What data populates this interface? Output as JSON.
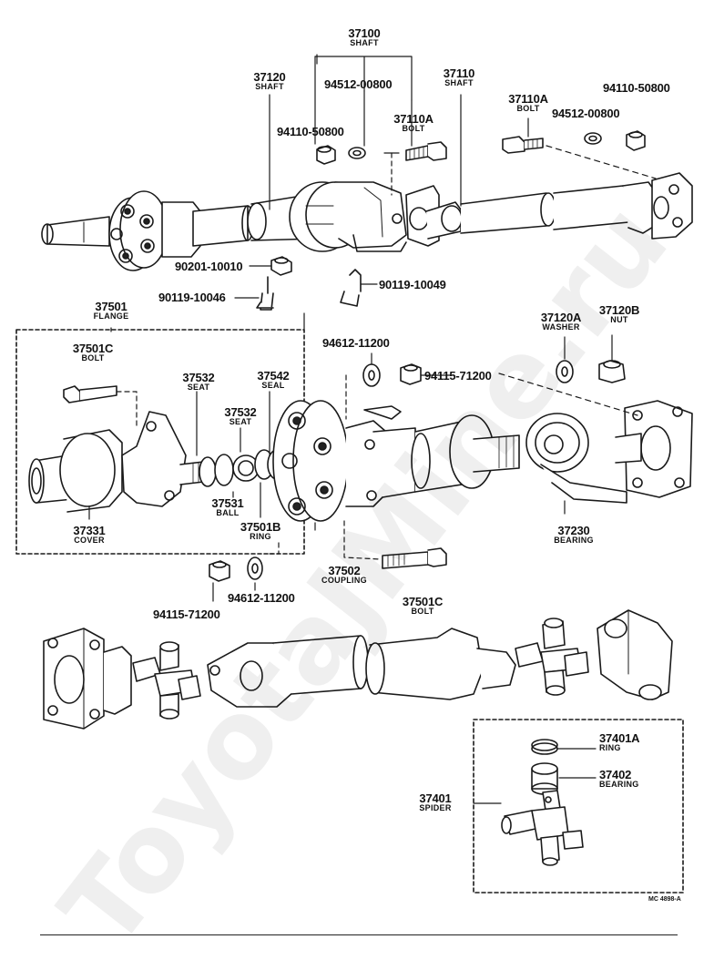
{
  "labels": {
    "p37100": {
      "num": "37100",
      "sub": "SHAFT"
    },
    "p37120": {
      "num": "37120",
      "sub": "SHAFT"
    },
    "p37110": {
      "num": "37110",
      "sub": "SHAFT"
    },
    "p94512_a": {
      "num": "94512-00800"
    },
    "p94110_a": {
      "num": "94110-50800"
    },
    "p37110A_a": {
      "num": "37110A",
      "sub": "BOLT"
    },
    "p37110A_b": {
      "num": "37110A",
      "sub": "BOLT"
    },
    "p94512_b": {
      "num": "94512-00800"
    },
    "p94110_b": {
      "num": "94110-50800"
    },
    "p90201": {
      "num": "90201-10010"
    },
    "p90119_a": {
      "num": "90119-10046"
    },
    "p90119_b": {
      "num": "90119-10049"
    },
    "p37501": {
      "num": "37501",
      "sub": "FLANGE"
    },
    "p37501C_a": {
      "num": "37501C",
      "sub": "BOLT"
    },
    "p37532_a": {
      "num": "37532",
      "sub": "SEAT"
    },
    "p37542": {
      "num": "37542",
      "sub": "SEAL"
    },
    "p37532_b": {
      "num": "37532",
      "sub": "SEAT"
    },
    "p94612_a": {
      "num": "94612-11200"
    },
    "p94115_a": {
      "num": "94115-71200"
    },
    "p37120A": {
      "num": "37120A",
      "sub": "WASHER"
    },
    "p37120B": {
      "num": "37120B",
      "sub": "NUT"
    },
    "p37531": {
      "num": "37531",
      "sub": "BALL"
    },
    "p37331": {
      "num": "37331",
      "sub": "COVER"
    },
    "p37501B": {
      "num": "37501B",
      "sub": "RING"
    },
    "p37230": {
      "num": "37230",
      "sub": "BEARING"
    },
    "p37502": {
      "num": "37502",
      "sub": "COUPLING"
    },
    "p37501C_b": {
      "num": "37501C",
      "sub": "BOLT"
    },
    "p94612_b": {
      "num": "94612-11200"
    },
    "p94115_b": {
      "num": "94115-71200"
    },
    "p37401A": {
      "num": "37401A",
      "sub": "RING"
    },
    "p37402": {
      "num": "37402",
      "sub": "BEARING"
    },
    "p37401": {
      "num": "37401",
      "sub": "SPIDER"
    }
  },
  "footer": {
    "code": "MC 4898-A"
  },
  "watermark": "ToyotaJMine.ru"
}
